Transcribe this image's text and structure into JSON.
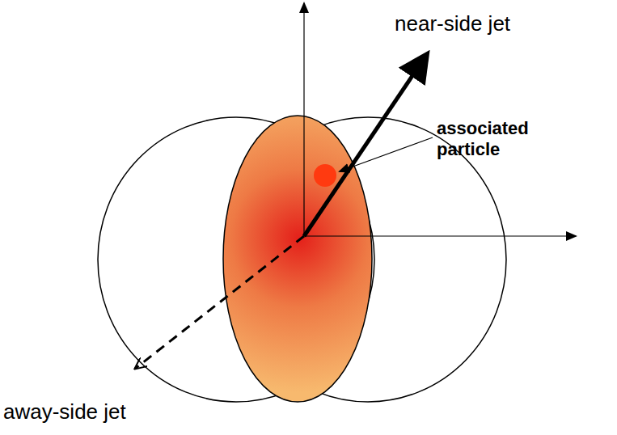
{
  "diagram": {
    "labels": [
      "near-side jet",
      "associated particle",
      "away-side jet"
    ]
  }
}
